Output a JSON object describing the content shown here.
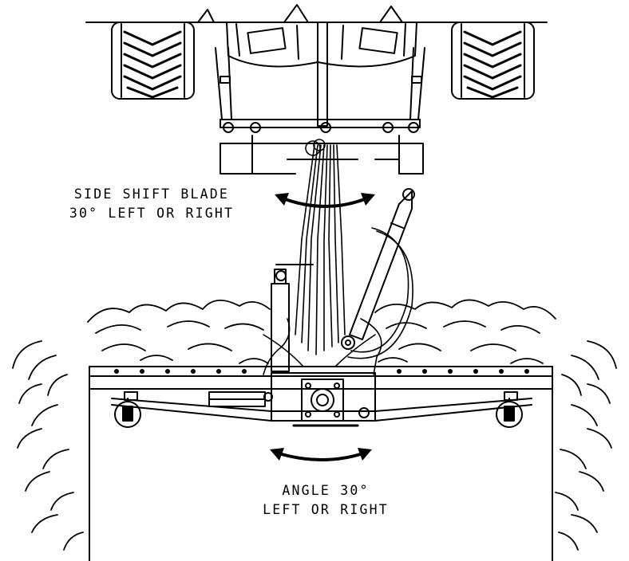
{
  "labels": {
    "side_shift": {
      "line1": "SIDE SHIFT BLADE",
      "line2": "30° LEFT OR RIGHT"
    },
    "angle": {
      "line1": "ANGLE 30°",
      "line2": "LEFT OR RIGHT"
    }
  },
  "colors": {
    "ink": "#000000",
    "paper": "#ffffff"
  }
}
